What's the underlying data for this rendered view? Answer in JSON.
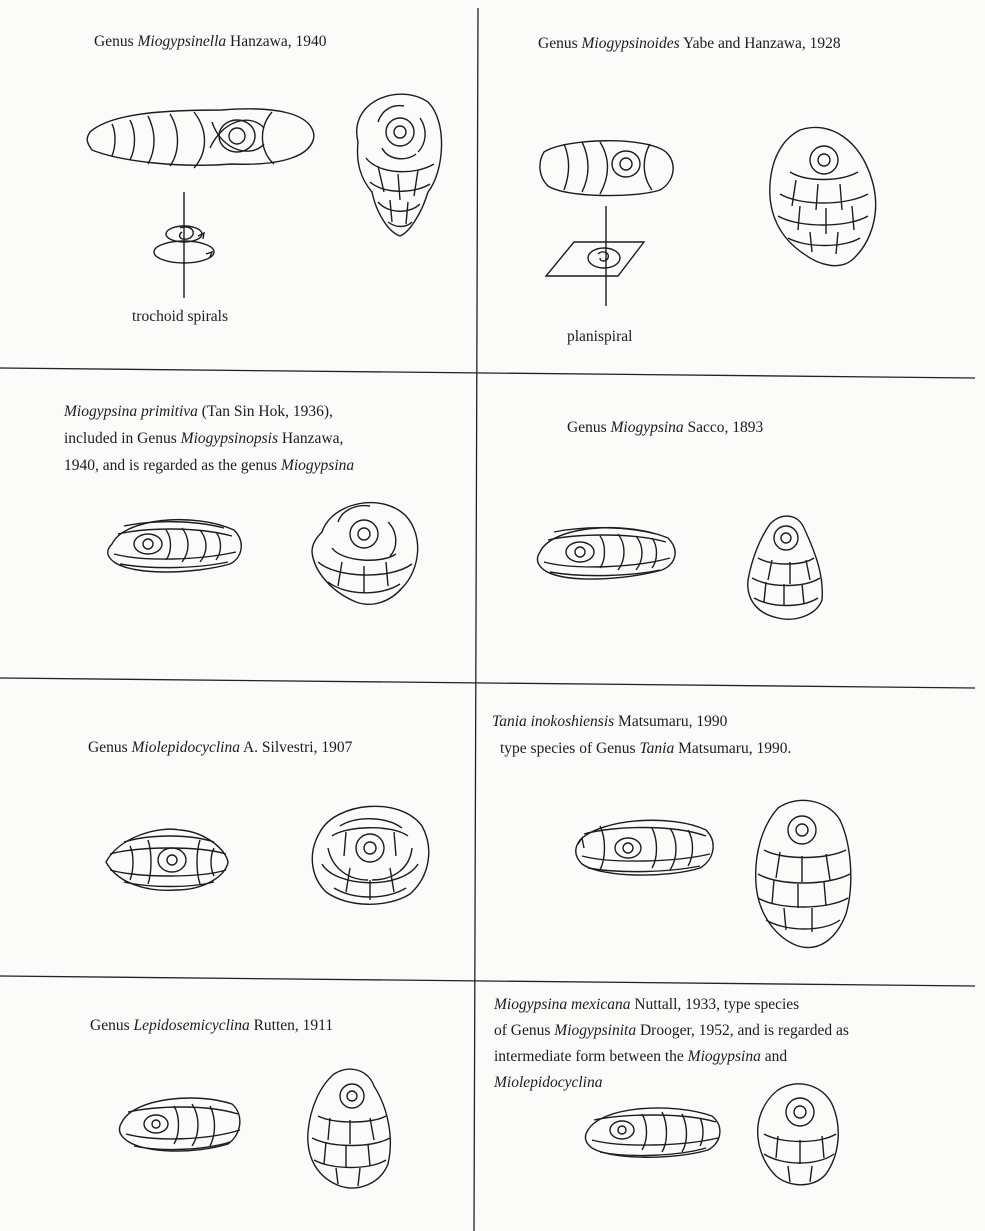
{
  "panels": {
    "p1": {
      "pre": "Genus ",
      "italic": "Miogypsinella",
      "post": " Hanzawa, 1940",
      "caption": "trochoid spirals"
    },
    "p2": {
      "pre": "Genus ",
      "italic": "Miogypsinoides",
      "post": " Yabe and Hanzawa, 1928",
      "caption": "planispiral"
    },
    "p3": {
      "l1_italic": "Miogypsina primitiva",
      "l1_post": " (Tan Sin Hok, 1936),",
      "l2_pre": "included in Genus ",
      "l2_italic": "Miogypsinopsis",
      "l2_post": " Hanzawa,",
      "l3_pre": "1940, and is regarded as the genus ",
      "l3_italic": "Miogypsina"
    },
    "p4": {
      "pre": "Genus ",
      "italic": "Miogypsina",
      "post": " Sacco, 1893"
    },
    "p5": {
      "pre": "Genus ",
      "italic": "Miolepidocyclina",
      "post": " A. Silvestri, 1907"
    },
    "p6": {
      "l1_italic": "Tania inokoshiensis",
      "l1_post": " Matsumaru, 1990",
      "l2_pre": "type species of Genus ",
      "l2_italic": "Tania",
      "l2_post": " Matsumaru, 1990."
    },
    "p7": {
      "pre": "Genus ",
      "italic": "Lepidosemicyclina",
      "post": " Rutten, 1911"
    },
    "p8": {
      "l1_italic": "Miogypsina mexicana",
      "l1_post": " Nuttall, 1933, type species",
      "l2_pre": "of Genus ",
      "l2_italic": "Miogypsinita",
      "l2_post": " Drooger, 1952, and is regarded as",
      "l3_pre": "intermediate form between the ",
      "l3_italic": "Miogypsina",
      "l3_post": " and",
      "l4_italic": "Miolepidocyclina"
    }
  }
}
